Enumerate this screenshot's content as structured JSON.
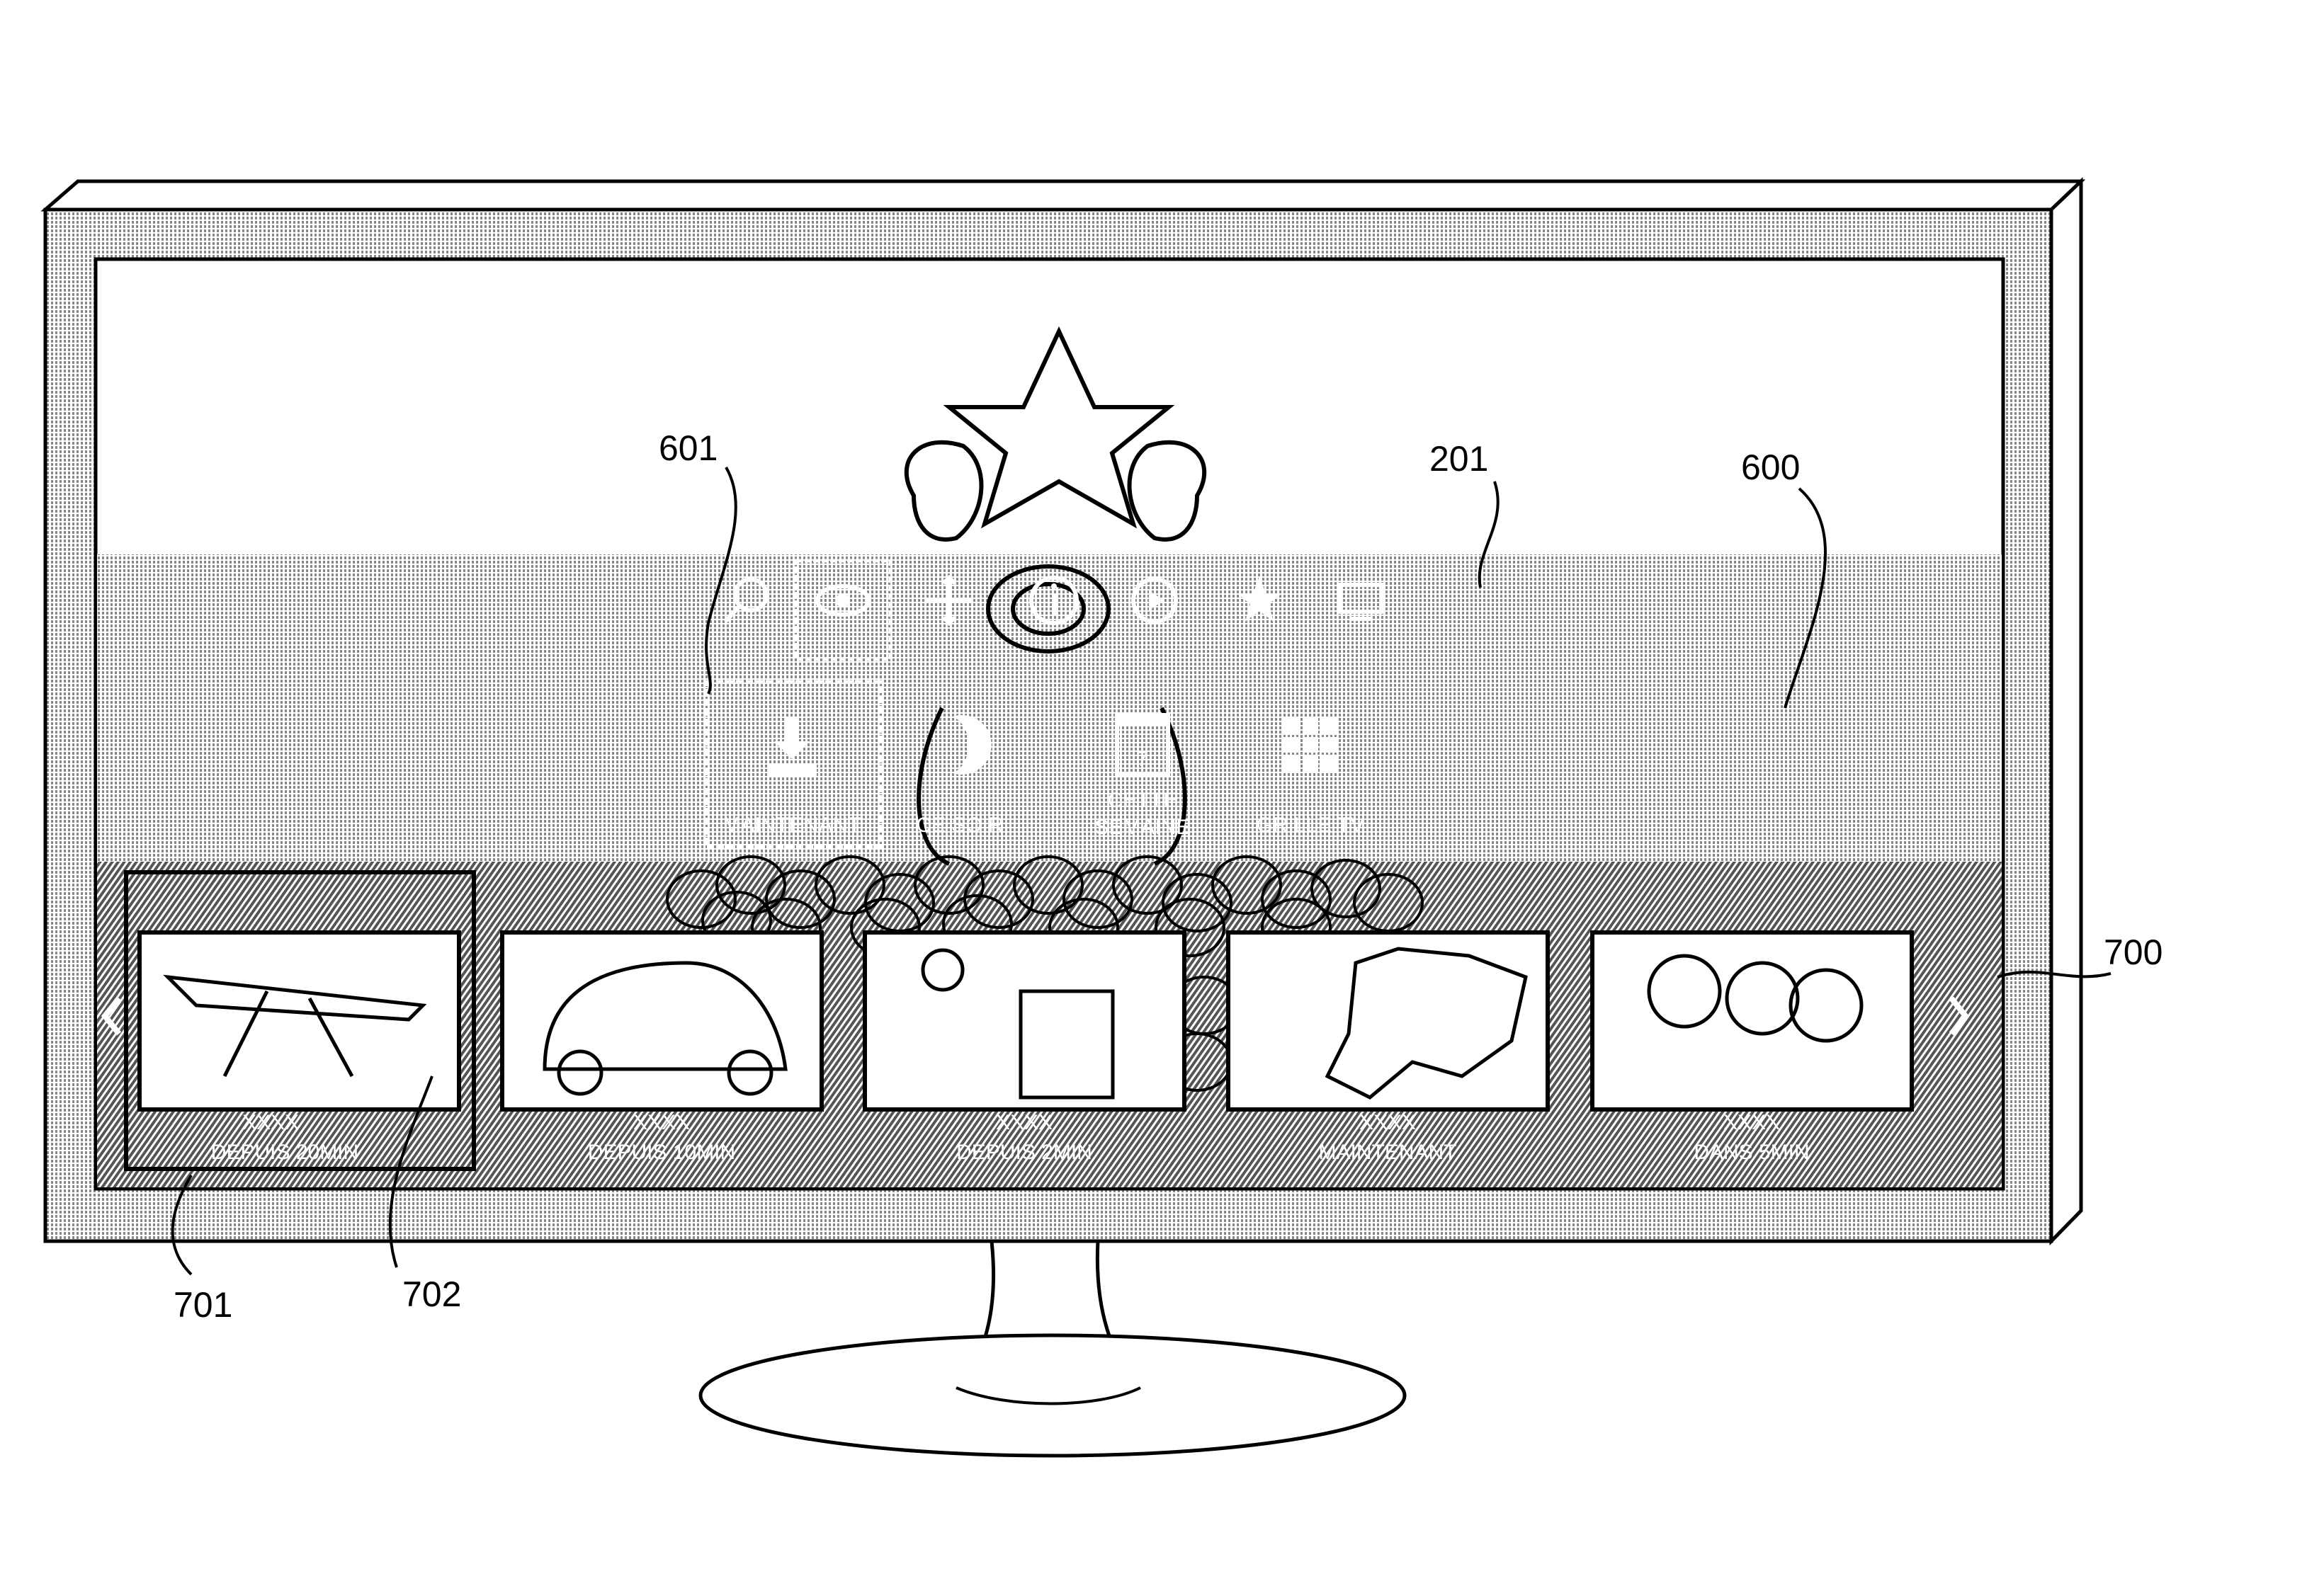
{
  "reference_labels": {
    "menu_item": "601",
    "screen": "201",
    "menu_bar": "600",
    "carousel": "700",
    "selected_tile": "701",
    "thumbnail": "702"
  },
  "top_icons": [
    {
      "icon": "search-icon"
    },
    {
      "icon": "eye-icon",
      "selected": true
    },
    {
      "icon": "move-icon"
    },
    {
      "icon": "info-icon"
    },
    {
      "icon": "play-icon"
    },
    {
      "icon": "star-person-icon"
    },
    {
      "icon": "screen-icon"
    }
  ],
  "menu": [
    {
      "label": "MAINTENANT",
      "icon": "download-icon",
      "selected": true
    },
    {
      "label": "CE SOIR",
      "icon": "moon-icon"
    },
    {
      "label": "CETTE SEMAINE",
      "label_lines": [
        "CETTE",
        "SEMAINE"
      ],
      "icon": "calendar-icon",
      "calendar_day": "7"
    },
    {
      "label": "GRILLE TV",
      "icon": "grid-icon"
    }
  ],
  "carousel": {
    "prev_icon": "chevron-left-icon",
    "next_icon": "chevron-right-icon",
    "items": [
      {
        "title": "XXXX",
        "time": "DEPUIS 20MIN",
        "image": "airplane",
        "selected": true
      },
      {
        "title": "XXXX",
        "time": "DEPUIS 10MIN",
        "image": "car"
      },
      {
        "title": "XXXX",
        "time": "DEPUIS 2MIN",
        "image": "man-at-computer"
      },
      {
        "title": "XXXX",
        "time": "MAINTENANT",
        "image": "europe-map"
      },
      {
        "title": "XXXX",
        "time": "DANS 5MIN",
        "image": "family"
      }
    ]
  },
  "colors": {
    "line": "#000000",
    "background": "#ffffff",
    "hatch_light": "#b0b0b0",
    "hatch_dark": "#7a7a7a"
  }
}
